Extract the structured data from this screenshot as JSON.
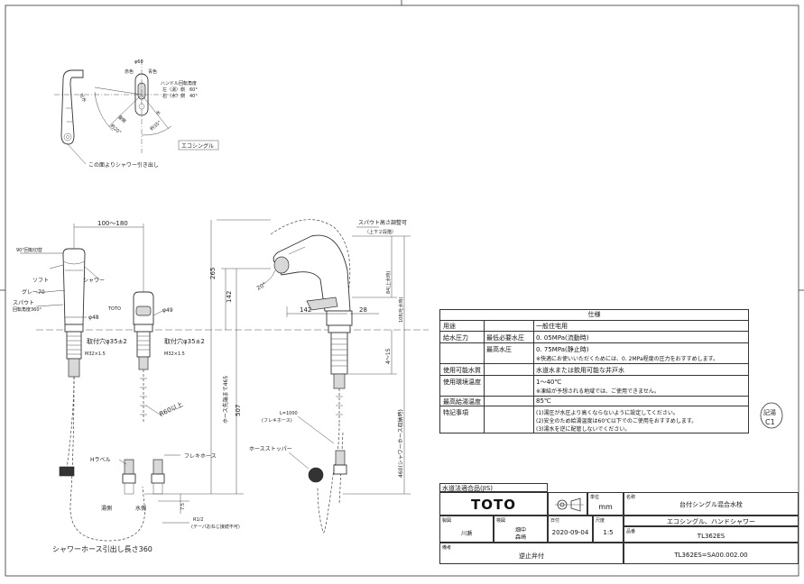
{
  "plan_view": {
    "hot_label": "赤色",
    "cold_label": "青色",
    "top_dim": "φ60",
    "handle_angle_title": "ハンドル回転角度",
    "handle_angle_left": "左（湯）側　60°",
    "handle_angle_right": "右（水）側　40°",
    "spout_swing_label": "吐水",
    "hot_arc": "湯側",
    "hot_arc_angle": "約20°",
    "cold_arc": "水",
    "cold_arc_angle": "約35°",
    "model_tag": "エコシングル",
    "shower_pull_note": "この面よりシャワー引き出し"
  },
  "front_view": {
    "width_dim": "100～180",
    "rotate_label": "90°回転切替",
    "soft_label": "ソフト",
    "shower_label": "シャワー",
    "gray_label": "グレー70",
    "spout_label": "スパウト",
    "spout_rotation": "回転角度360°",
    "toto_mark": "TOTO",
    "phi48": "φ48",
    "phi49": "φ49",
    "mount_hole_left": "取付穴φ35±2",
    "mount_hole_right": "取付穴φ35±2",
    "thread_left": "M32×1.5",
    "thread_right": "M32×1.5",
    "dim_265": "265",
    "dim_142": "142",
    "hose_tip_dim": "ホース先端まで465",
    "dim_507": "507",
    "radius_label": "R60以上",
    "h_label": "Hラベル",
    "flex_hose": "フレキホース",
    "hot_water": "湯側",
    "cold_water": "水側",
    "dim_7_5": "7.5",
    "pipe_thread": "R1/2",
    "pipe_thread_note": "(テーパおねじ接続不可)",
    "shower_hose_pull": "シャワーホース引出し長さ360"
  },
  "side_view": {
    "spout_height_title": "スパウト高さ調整可",
    "spout_height_note": "（上下２段階）",
    "angle_20": "20°",
    "dim_142": "142",
    "dim_28": "28",
    "dim_84": "84(上水時)",
    "dim_108": "108(吐水時)",
    "dim_4_15": "4～15",
    "flex_label": "L=1000",
    "flex_note": "(フレキホース)",
    "hose_stopper": "ホースストッパー",
    "dim_460": "460(シャワーホース収納時)"
  },
  "spec_table": {
    "title": "仕様",
    "rows": [
      {
        "label": "用途",
        "sub": "",
        "value": "一般住宅用",
        "note": ""
      },
      {
        "label": "給水圧力",
        "sub": "最低必要水圧",
        "value": "0. 05MPa(流動時)",
        "note": ""
      },
      {
        "label": "",
        "sub": "最高水圧",
        "value": "0. 75MPa(静止時)",
        "note": "※快適にお使いいただくためには、0. 2MPa程度の圧力をおすすめします。"
      },
      {
        "label": "使用可能水質",
        "sub": "",
        "value": "水道水または飲用可能な井戸水",
        "note": ""
      },
      {
        "label": "使用環境温度",
        "sub": "",
        "value": "1～40℃",
        "note": "※凍結が予想される地域では、ご使用できません。"
      },
      {
        "label": "最高給湯温度",
        "sub": "",
        "value": "85℃",
        "note": ""
      },
      {
        "label": "特記事項",
        "sub": "",
        "value": "(1)湯圧が水圧より高くならないように設定してください。",
        "note": "(2)安全のため給湯温度は60℃以下でのご使用をおすすめします。",
        "note2": "(3)湯水を逆に配管しないでください。"
      }
    ]
  },
  "stamp": {
    "line1": "記湯",
    "line2": "C1"
  },
  "title_block": {
    "cert": "水道法適合品(JIS)",
    "logo": "TOTO",
    "unit_label": "単位",
    "unit": "mm",
    "name_label": "名称",
    "name1": "台付シングル混合水栓",
    "name2": "エコシングル、ハンドシャワー",
    "drawn_label": "製図",
    "drawn_by": "川瀬",
    "checked_label": "検図",
    "checked_by1": "畑中",
    "checked_by2": "森崎",
    "date_label": "日付",
    "date": "2020-09-04",
    "scale_label": "尺度",
    "scale": "1:5",
    "part_label": "品番",
    "part_no": "TL362ES",
    "remarks_label": "備考",
    "remarks": "逆止弁付",
    "drawing_no": "TL362ES=SA00.002.00"
  }
}
